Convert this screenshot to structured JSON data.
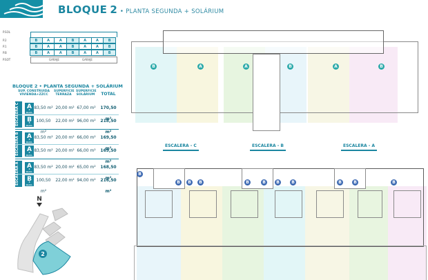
{
  "header": {
    "title": "BLOQUE",
    "number": "2",
    "subtitle": "• PLANTA SEGUNDA + SOLÁRIUM",
    "colors": {
      "brand": "#1a86a0",
      "logo_bg": "#148fa6"
    }
  },
  "section_diagram": {
    "levels": [
      "P.SOL",
      "P.2",
      "P.1",
      "P.B",
      "P.SOT"
    ],
    "rows": [
      [
        "B",
        "A",
        "A",
        "B",
        "A",
        "A",
        "B"
      ],
      [
        "B",
        "A",
        "A",
        "B",
        "A",
        "A",
        "B"
      ],
      [
        "B",
        "A",
        "A",
        "B",
        "A",
        "A",
        "B"
      ]
    ],
    "basement_labels": [
      "GARAJE",
      "GARAJE"
    ]
  },
  "table": {
    "title": "BLOQUE 2 • PLANTA SEGUNDA + SOLÁRIUM",
    "headers": [
      "SUP. CONSTRUIDA VIVIENDA+ZZCC",
      "SUPERFICIE TERRAZA",
      "SUPERFICIE SOLÁRIUM",
      "TOTAL"
    ],
    "groups": [
      {
        "escalera": "ESCALERA C",
        "rows": [
          {
            "type": "A",
            "beds": "2 dorm.",
            "construida": "83,50 m²",
            "terraza": "20,00 m²",
            "solarium": "67,00 m²",
            "total": "170,50 m²"
          },
          {
            "type": "B",
            "beds": "3 dorm.",
            "construida": "100,50 m²",
            "terraza": "22,00 m²",
            "solarium": "96,00 m²",
            "total": "218,50 m²"
          }
        ]
      },
      {
        "escalera": "ESCALERA B",
        "rows": [
          {
            "type": "A",
            "beds": "2 dorm.",
            "construida": "83,50 m²",
            "terraza": "20,00 m²",
            "solarium": "66,00 m²",
            "total": "169,50 m²"
          },
          {
            "type": "A",
            "beds": "2 dorm.",
            "construida": "83,50 m²",
            "terraza": "20,00 m²",
            "solarium": "66,00 m²",
            "total": "169,50 m²"
          }
        ]
      },
      {
        "escalera": "ESCALERA A",
        "rows": [
          {
            "type": "A",
            "beds": "2 dorm.",
            "construida": "83,50 m²",
            "terraza": "20,00 m²",
            "solarium": "65,00 m²",
            "total": "168,50 m²"
          },
          {
            "type": "B",
            "beds": "3 dorm.",
            "construida": "100,50 m²",
            "terraza": "22,00 m²",
            "solarium": "94,00 m²",
            "total": "216,50 m²"
          }
        ]
      }
    ]
  },
  "site_plan": {
    "north": "N",
    "block_number": "2"
  },
  "plan": {
    "solarium_badges": [
      "B",
      "A",
      "A",
      "B",
      "A",
      "B"
    ],
    "escaleras": [
      "ESCALERA - C",
      "ESCALERA - B",
      "ESCALERA - A"
    ],
    "floor_badges_left": [
      "B",
      "B",
      "B",
      "B"
    ],
    "floor_badges_mid": [
      "B",
      "B",
      "B",
      "B"
    ],
    "floor_badges_right": [
      "B",
      "B",
      "B"
    ]
  }
}
